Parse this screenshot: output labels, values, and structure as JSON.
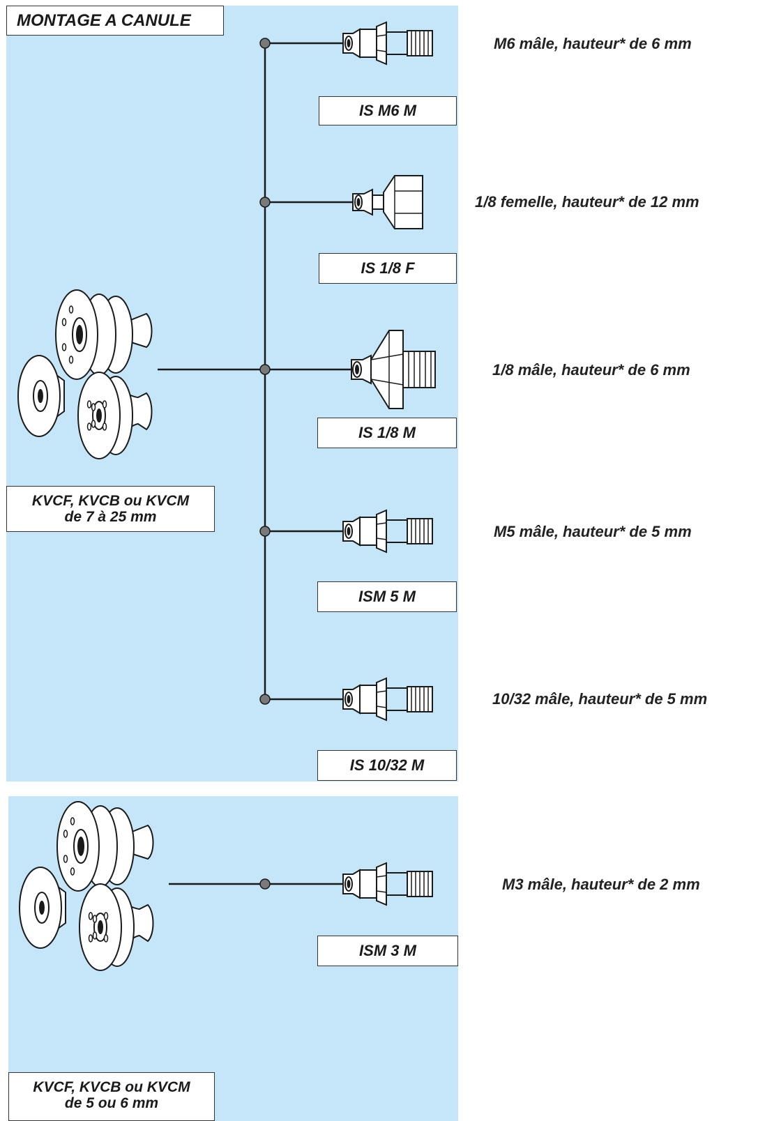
{
  "title": "MONTAGE A CANULE",
  "colors": {
    "panel": "#c5e6f8",
    "line": "#1a1a1a",
    "node": "#7a7a7a"
  },
  "fittings": [
    {
      "code": "IS M6 M",
      "description": "M6 mâle, hauteur* de 6 mm",
      "icon": "male-thread-fitting-icon"
    },
    {
      "code": "IS 1/8 F",
      "description": "1/8 femelle, hauteur* de 12 mm",
      "icon": "female-hex-fitting-icon"
    },
    {
      "code": "IS 1/8 M",
      "description": "1/8 mâle, hauteur* de 6 mm",
      "icon": "large-male-hex-fitting-icon"
    },
    {
      "code": "ISM 5 M",
      "description": "M5 mâle, hauteur* de 5 mm",
      "icon": "male-thread-fitting-icon"
    },
    {
      "code": "IS 10/32 M",
      "description": "10/32 mâle, hauteur* de 5 mm",
      "icon": "male-thread-fitting-icon"
    },
    {
      "code": "ISM 3 M",
      "description": "M3 mâle, hauteur* de 2 mm",
      "icon": "male-thread-fitting-icon"
    }
  ],
  "cups": [
    {
      "line1": "KVCF, KVCB ou KVCM",
      "line2": "de 7 à 25 mm",
      "icon": "suction-cups-icon"
    },
    {
      "line1": "KVCF, KVCB ou KVCM",
      "line2": "de 5 ou 6 mm",
      "icon": "suction-cups-icon"
    }
  ]
}
